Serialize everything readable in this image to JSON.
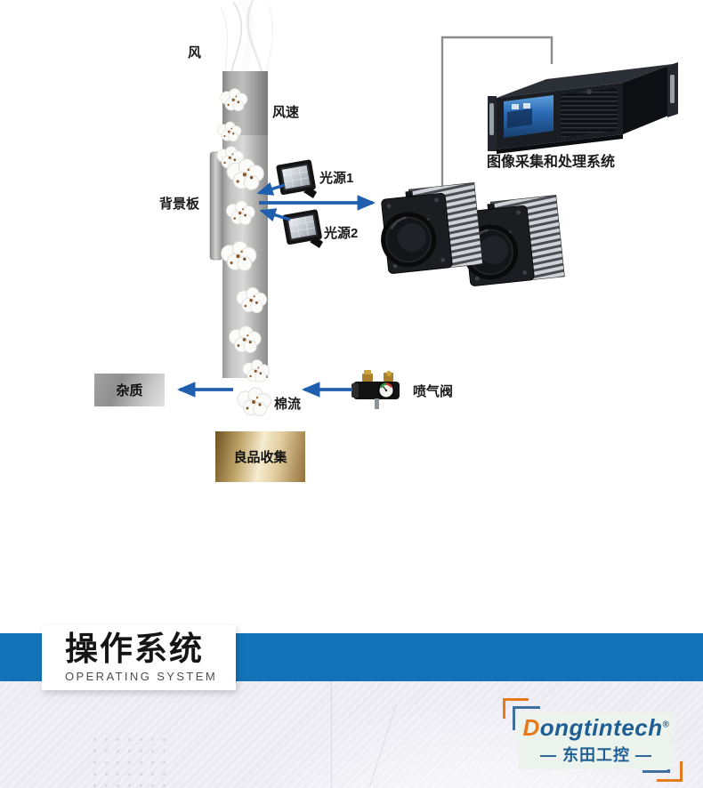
{
  "colors": {
    "arrow": "#1f5fae",
    "band": "#1273b9",
    "wire": "#8b8b8b",
    "logo_orange": "#e87a1e",
    "logo_blue": "#1f5e93"
  },
  "diagram": {
    "wind_label": "风",
    "wind_speed_label": "风速",
    "background_board_label": "背景板",
    "light1_label": "光源1",
    "light2_label": "光源2",
    "image_system_label": "图像采集和处理系统",
    "impurity_label": "杂质",
    "cotton_flow_label": "棉流",
    "jet_valve_label": "喷气阀",
    "good_collect_label": "良品收集"
  },
  "banner": {
    "title": "操作系统",
    "subtitle": "OPERATING SYSTEM"
  },
  "logo": {
    "brand_initial": "D",
    "brand_rest": "ongtintech",
    "registered": "®",
    "cn_line": "— 东田工控 —"
  }
}
